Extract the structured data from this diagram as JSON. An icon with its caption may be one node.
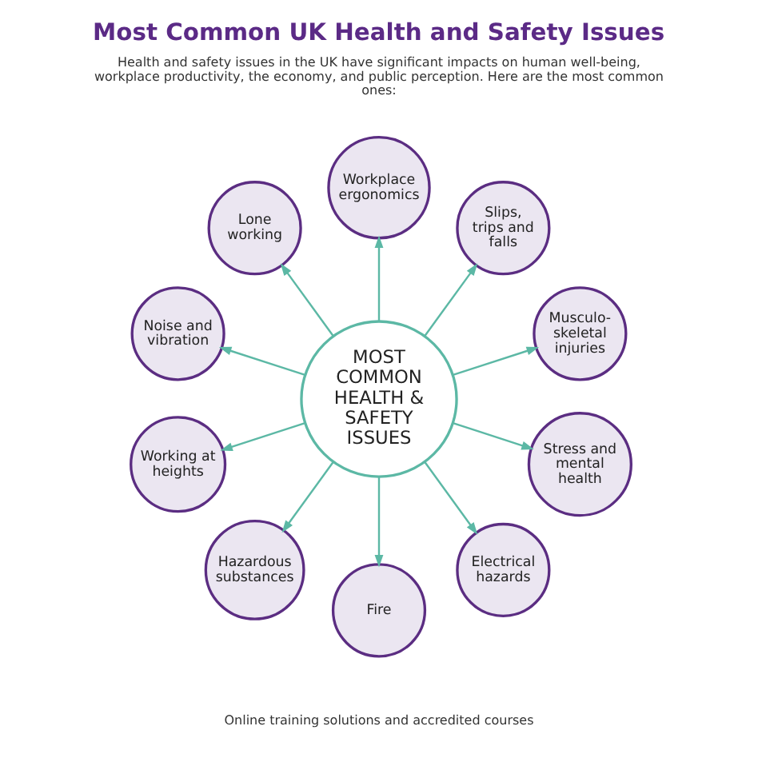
{
  "diagram": {
    "title": "Most Common UK Health and Safety Issues",
    "nodes": [
      {
        "text": [
          "MOST COMMON HEALTH & SAFETY ISSUES"
        ]
      },
      {
        "text": [
          "Workplace ergonomics"
        ]
      },
      {
        "text": [
          "Slips, trips and falls"
        ]
      },
      {
        "text": [
          "Lone working"
        ]
      },
      {
        "text": [
          "Musculo-skeletal injuries"
        ]
      },
      {
        "text": [
          "Noise and vibration"
        ]
      },
      {
        "text": [
          "Stress and mental health"
        ]
      },
      {
        "text": [
          "Working at heights"
        ]
      },
      {
        "text": [
          "Electrical hazards"
        ]
      },
      {
        "text": [
          "Hazardous substances"
        ]
      },
      {
        "text": [
          "Fire"
        ]
      }
    ],
    "edges": [
      {
        "from": 0,
        "to": 1,
        "arrow": "to"
      },
      {
        "from": 0,
        "to": 2,
        "arrow": "to"
      },
      {
        "from": 0,
        "to": 4,
        "arrow": "to"
      },
      {
        "from": 0,
        "to": 6,
        "arrow": "to"
      },
      {
        "from": 0,
        "to": 8,
        "arrow": "to"
      },
      {
        "from": 0,
        "to": 10,
        "arrow": "to"
      },
      {
        "from": 0,
        "to": 9,
        "arrow": "to"
      },
      {
        "from": 0,
        "to": 7,
        "arrow": "to"
      },
      {
        "from": 0,
        "to": 5,
        "arrow": "to"
      },
      {
        "from": 0,
        "to": 3,
        "arrow": "to"
      }
    ],
    "labels": [
      "Health and safety issues in the UK have significant impacts on human well-being, workplace productivity, the economy, and public perception. Here are the most common ones:",
      "Online training solutions and accredited courses"
    ]
  }
}
